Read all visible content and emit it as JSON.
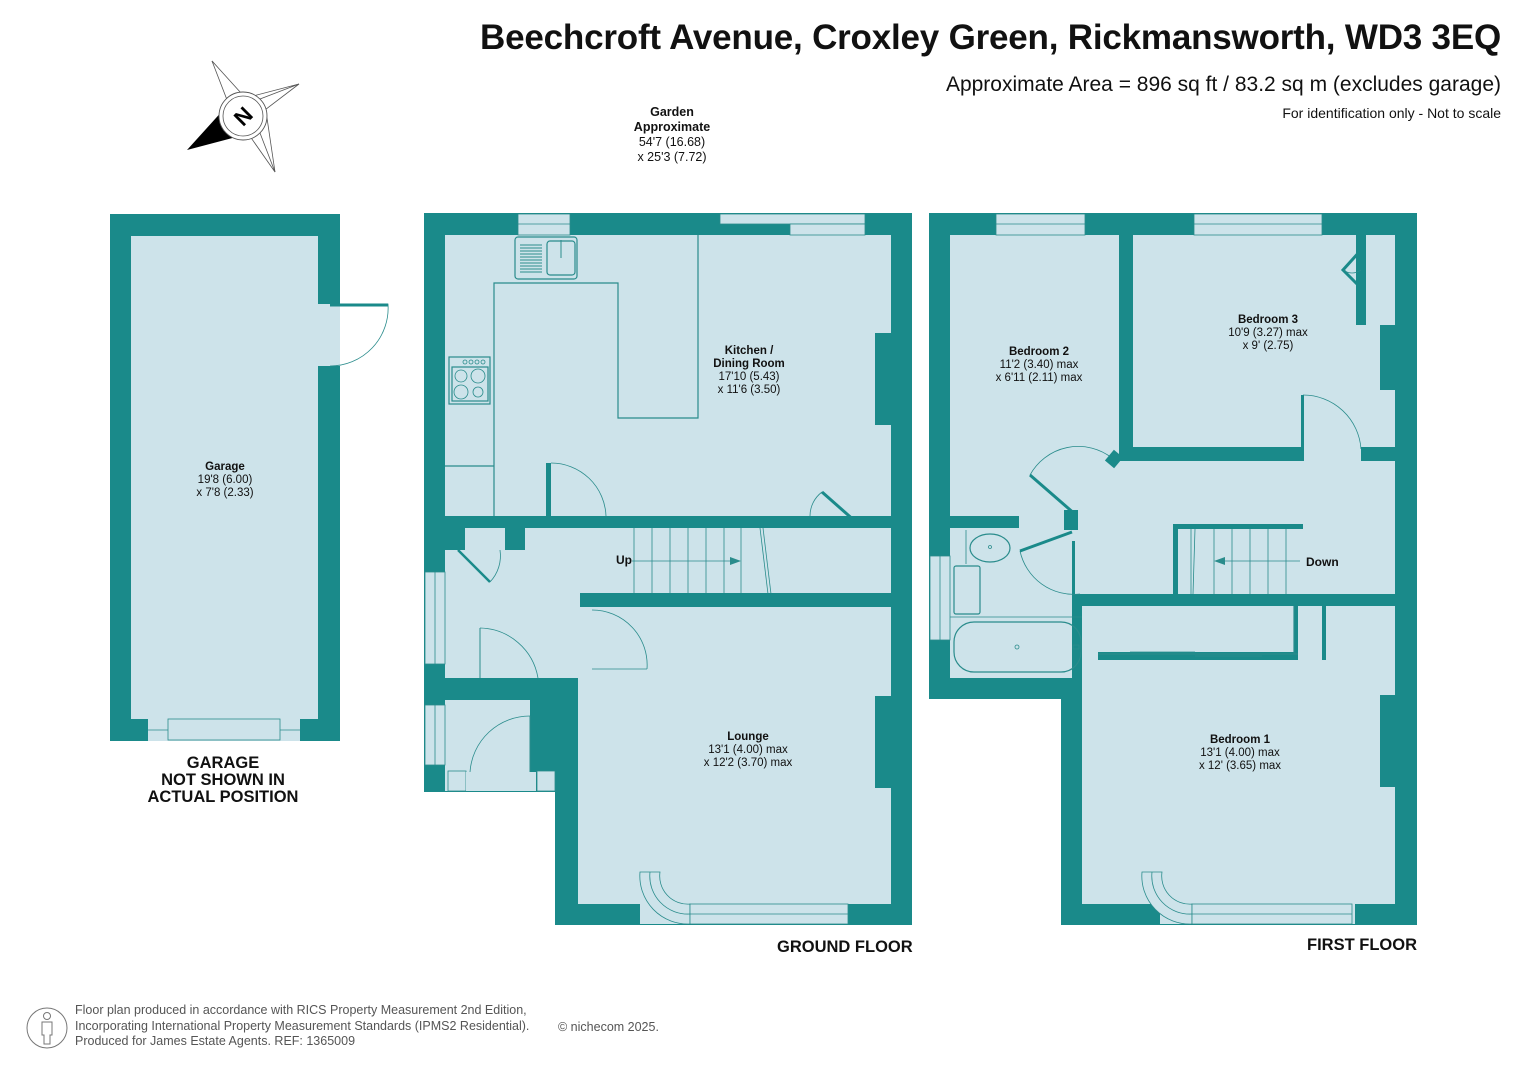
{
  "header": {
    "title": "Beechcroft Avenue, Croxley Green, Rickmansworth, WD3 3EQ",
    "area": "Approximate Area = 896 sq ft / 83.2 sq m (excludes garage)",
    "disclaimer": "For identification only - Not to scale"
  },
  "compass": {
    "label": "N",
    "icon": "compass-north-icon"
  },
  "garden": {
    "name": "Garden",
    "qualifier": "Approximate",
    "dim1": "54'7 (16.68)",
    "dim2": "x 25'3 (7.72)"
  },
  "garage": {
    "name": "Garage",
    "dim1": "19'8 (6.00)",
    "dim2": "x 7'8 (2.33)",
    "note_line1": "GARAGE",
    "note_line2": "NOT SHOWN IN",
    "note_line3": "ACTUAL POSITION"
  },
  "ground_floor": {
    "label": "GROUND FLOOR",
    "stairs_label": "Up",
    "rooms": [
      {
        "name": "Kitchen /",
        "name2": "Dining Room",
        "dim1": "17'10 (5.43)",
        "dim2": "x 11'6 (3.50)"
      },
      {
        "name": "Lounge",
        "dim1": "13'1 (4.00) max",
        "dim2": "x 12'2 (3.70) max"
      }
    ]
  },
  "first_floor": {
    "label": "FIRST FLOOR",
    "stairs_label": "Down",
    "rooms": [
      {
        "name": "Bedroom 2",
        "dim1": "11'2 (3.40) max",
        "dim2": "x 6'11 (2.11) max"
      },
      {
        "name": "Bedroom 3",
        "dim1": "10'9 (3.27) max",
        "dim2": "x 9' (2.75)"
      },
      {
        "name": "Bedroom 1",
        "dim1": "13'1 (4.00) max",
        "dim2": "x 12' (3.65) max"
      }
    ]
  },
  "footer": {
    "line1": "Floor plan produced in accordance with RICS Property Measurement 2nd Edition,",
    "line2": "Incorporating International Property Measurement Standards (IPMS2 Residential).",
    "line3": "Produced for James Estate Agents.   REF: 1365009",
    "copyright": "© nichecom 2025."
  },
  "colors": {
    "wall": "#1a8a8a",
    "floor": "#cde3ea",
    "line": "#2a8c8c",
    "text": "#111111"
  }
}
